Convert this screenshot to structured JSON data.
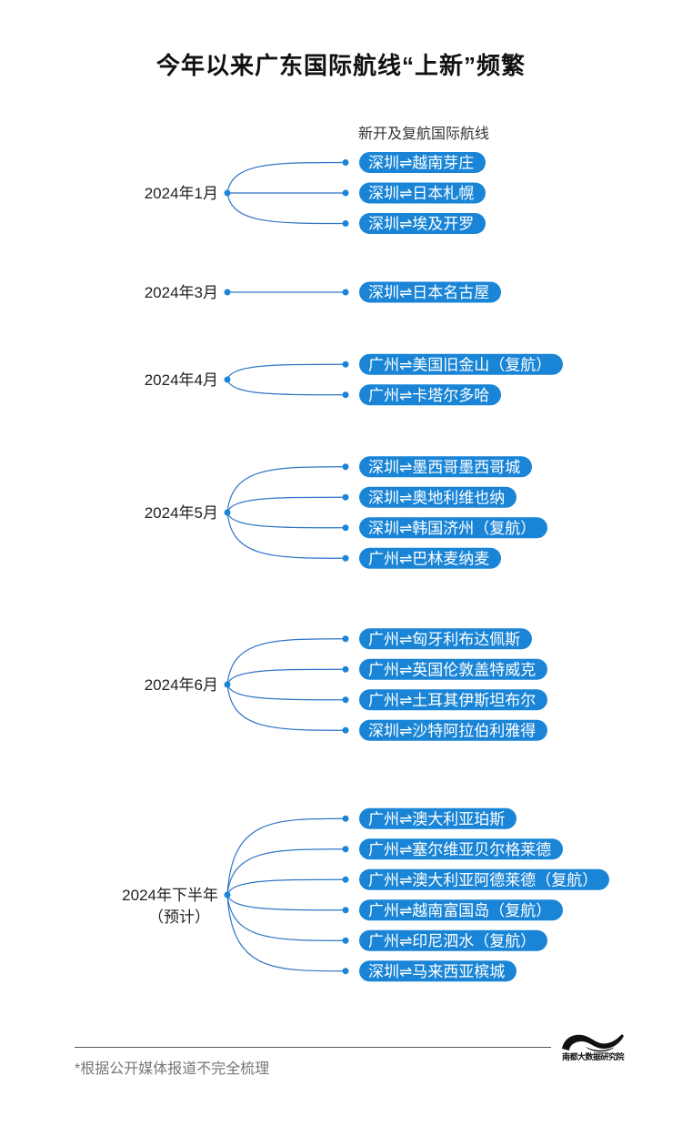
{
  "title": "今年以来广东国际航线“上新”频繁",
  "subtitle": "新开及复航国际航线",
  "colors": {
    "accent": "#1a85d6",
    "line": "#2f74c6"
  },
  "groups": [
    {
      "label": "2024年1月",
      "label2": "",
      "routes": [
        "深圳⇌越南芽庄",
        "深圳⇌日本札幌",
        "深圳⇌埃及开罗"
      ]
    },
    {
      "label": "2024年3月",
      "label2": "",
      "routes": [
        "深圳⇌日本名古屋"
      ]
    },
    {
      "label": "2024年4月",
      "label2": "",
      "routes": [
        "广州⇌美国旧金山（复航）",
        "广州⇌卡塔尔多哈"
      ]
    },
    {
      "label": "2024年5月",
      "label2": "",
      "routes": [
        "深圳⇌墨西哥墨西哥城",
        "深圳⇌奥地利维也纳",
        "深圳⇌韩国济州（复航）",
        "广州⇌巴林麦纳麦"
      ]
    },
    {
      "label": "2024年6月",
      "label2": "",
      "routes": [
        "广州⇌匈牙利布达佩斯",
        "广州⇌英国伦敦盖特威克",
        "广州⇌土耳其伊斯坦布尔",
        "深圳⇌沙特阿拉伯利雅得"
      ]
    },
    {
      "label": "2024年下半年",
      "label2": "（预计）",
      "routes": [
        "广州⇌澳大利亚珀斯",
        "广州⇌塞尔维亚贝尔格莱德",
        "广州⇌澳大利亚阿德莱德（复航）",
        "广州⇌越南富国岛（复航）",
        "广州⇌印尼泗水（复航）",
        "深圳⇌马来西亚槟城"
      ]
    }
  ],
  "footnote": "*根据公开媒体报道不完全梳理",
  "logo": {
    "text": "南都大数据研究院",
    "icon": "wave-logo-icon"
  }
}
